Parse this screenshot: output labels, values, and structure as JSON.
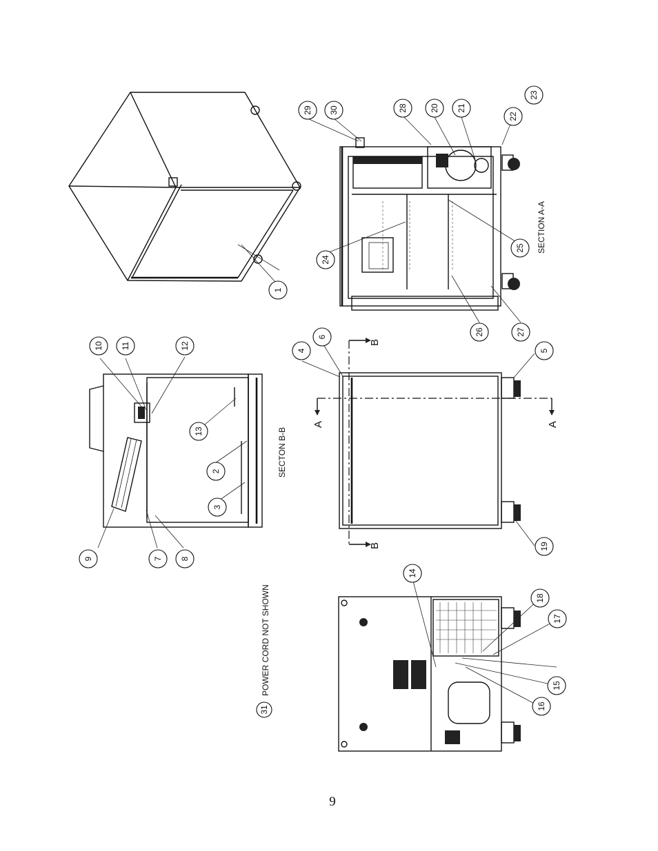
{
  "page_number": "9",
  "view_labels": {
    "section_aa": "SECTION A-A",
    "section_bb": "SECTON B-B",
    "power_cord_note": "POWER CORD NOT SHOWN"
  },
  "section_markers": {
    "a": "A",
    "b": "B"
  },
  "callouts": [
    "1",
    "2",
    "3",
    "4",
    "5",
    "6",
    "7",
    "8",
    "9",
    "10",
    "11",
    "12",
    "13",
    "14",
    "15",
    "15",
    "16",
    "17",
    "18",
    "19",
    "20",
    "21",
    "22",
    "23",
    "24",
    "25",
    "26",
    "27",
    "28",
    "29",
    "30",
    "31"
  ]
}
